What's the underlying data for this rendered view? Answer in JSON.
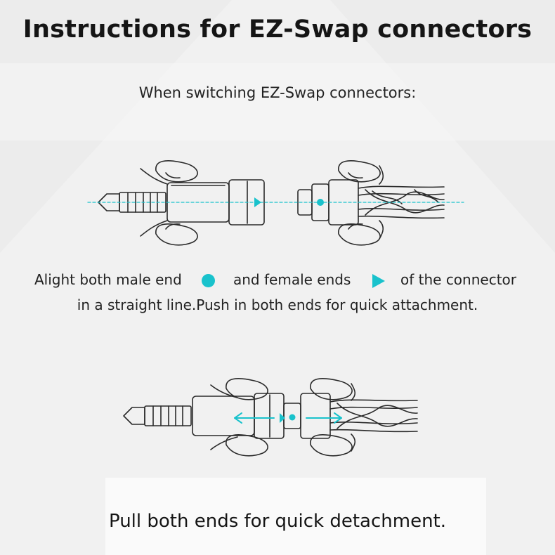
{
  "title": "Instructions for EZ-Swap connectors",
  "subtitle": "When switching EZ-Swap connectors:",
  "instruction": {
    "part1": "Alight both male end",
    "male_marker": "dot-marker",
    "part2": "and female ends",
    "female_marker": "triangle-marker",
    "part3": "of the connector",
    "line2": "in a straight line.Push in both ends for quick attachment."
  },
  "detach_text": "Pull both ends for quick detachment.",
  "colors": {
    "accent": "#19c2cc",
    "background": "#f1f1f1",
    "text": "#1b1b1b"
  }
}
